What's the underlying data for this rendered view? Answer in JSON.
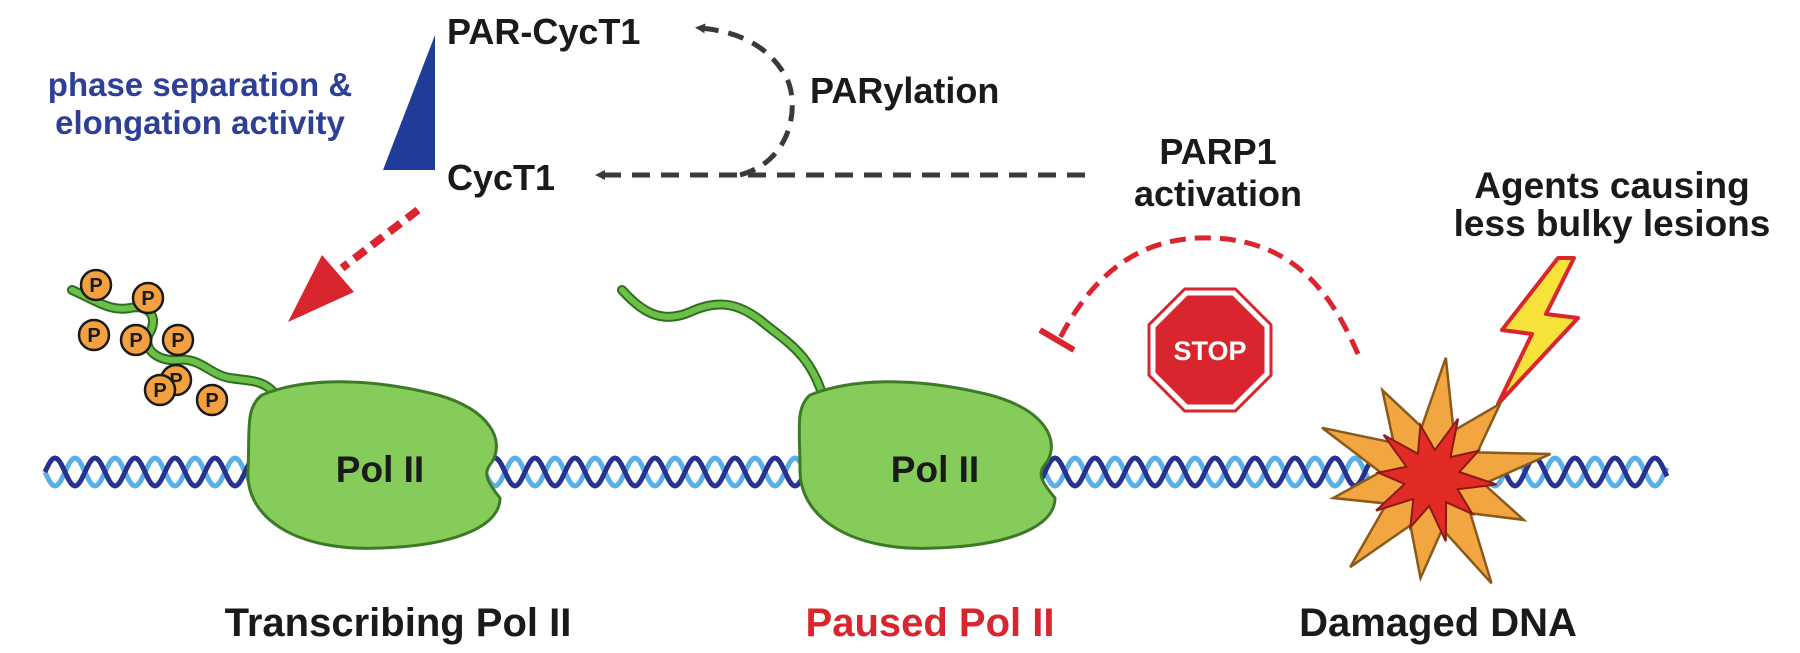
{
  "labels": {
    "par_cyct1": "PAR-CycT1",
    "parylation": "PARylation",
    "cyct1": "CycT1",
    "phase_line1": "phase separation &",
    "phase_line2": "elongation activity",
    "parp1_line1": "PARP1",
    "parp1_line2": "activation",
    "agents_line1": "Agents causing",
    "agents_line2": "less bulky lesions",
    "stop": "STOP",
    "pol_ii_1": "Pol II",
    "pol_ii_2": "Pol II",
    "phospho": "P",
    "transcribing": "Transcribing Pol II",
    "paused": "Paused Pol II",
    "damaged": "Damaged DNA"
  },
  "colors": {
    "text_dark": "#1a1a1a",
    "blue_text": "#2e3f97",
    "blue_wedge": "#1f3c99",
    "red": "#d9262e",
    "dashed_gray": "#3a3a3a",
    "polii_fill": "#86cc5a",
    "polii_stroke": "#3d7a28",
    "tail": "#6cc04a",
    "phospho_fill": "#f2a040",
    "dna_dark": "#27318f",
    "dna_light": "#5ab0e6",
    "star_outer": "#f2a641",
    "star_inner": "#e32b25",
    "bolt": "#f7e23a"
  },
  "icons": [
    "stop-sign-icon",
    "lightning-bolt-icon",
    "damage-burst-icon"
  ]
}
